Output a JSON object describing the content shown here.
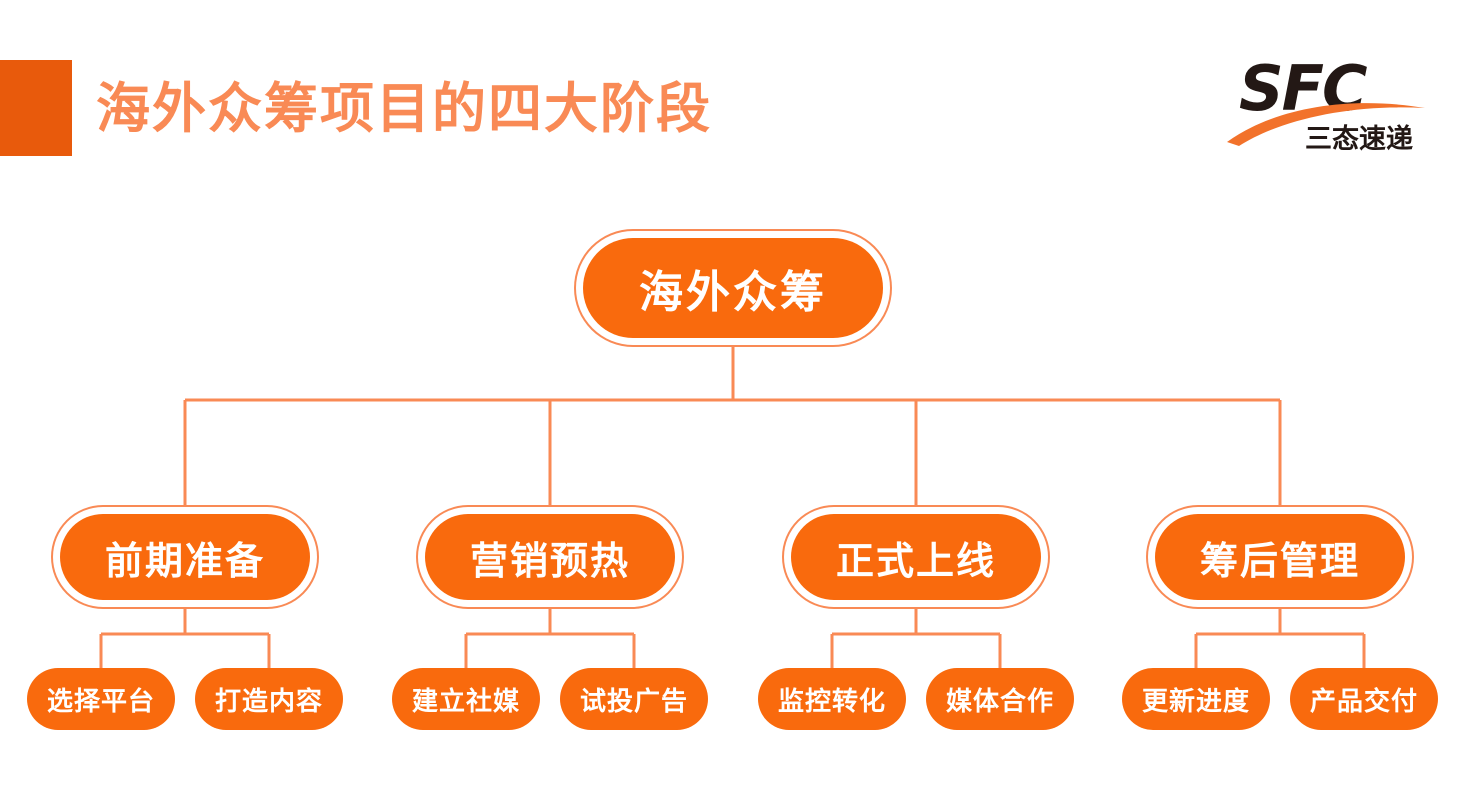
{
  "header": {
    "title": "海外众筹项目的四大阶段",
    "accent_block_color": "#e85a0c",
    "title_color": "#f98a55"
  },
  "logo": {
    "brand_latin": "SFC",
    "brand_cn": "三态速递",
    "swoosh_color": "#f2722b",
    "text_color": "#231815"
  },
  "colors": {
    "node_fill": "#f96a0d",
    "node_text": "#ffffff",
    "connector": "#f98a55",
    "background": "#ffffff"
  },
  "diagram": {
    "type": "tree",
    "root": {
      "label": "海外众筹"
    },
    "stages": [
      {
        "label": "前期准备",
        "children": [
          {
            "label": "选择平台"
          },
          {
            "label": "打造内容"
          }
        ]
      },
      {
        "label": "营销预热",
        "children": [
          {
            "label": "建立社媒"
          },
          {
            "label": "试投广告"
          }
        ]
      },
      {
        "label": "正式上线",
        "children": [
          {
            "label": "监控转化"
          },
          {
            "label": "媒体合作"
          }
        ]
      },
      {
        "label": "筹后管理",
        "children": [
          {
            "label": "更新进度"
          },
          {
            "label": "产品交付"
          }
        ]
      }
    ]
  }
}
